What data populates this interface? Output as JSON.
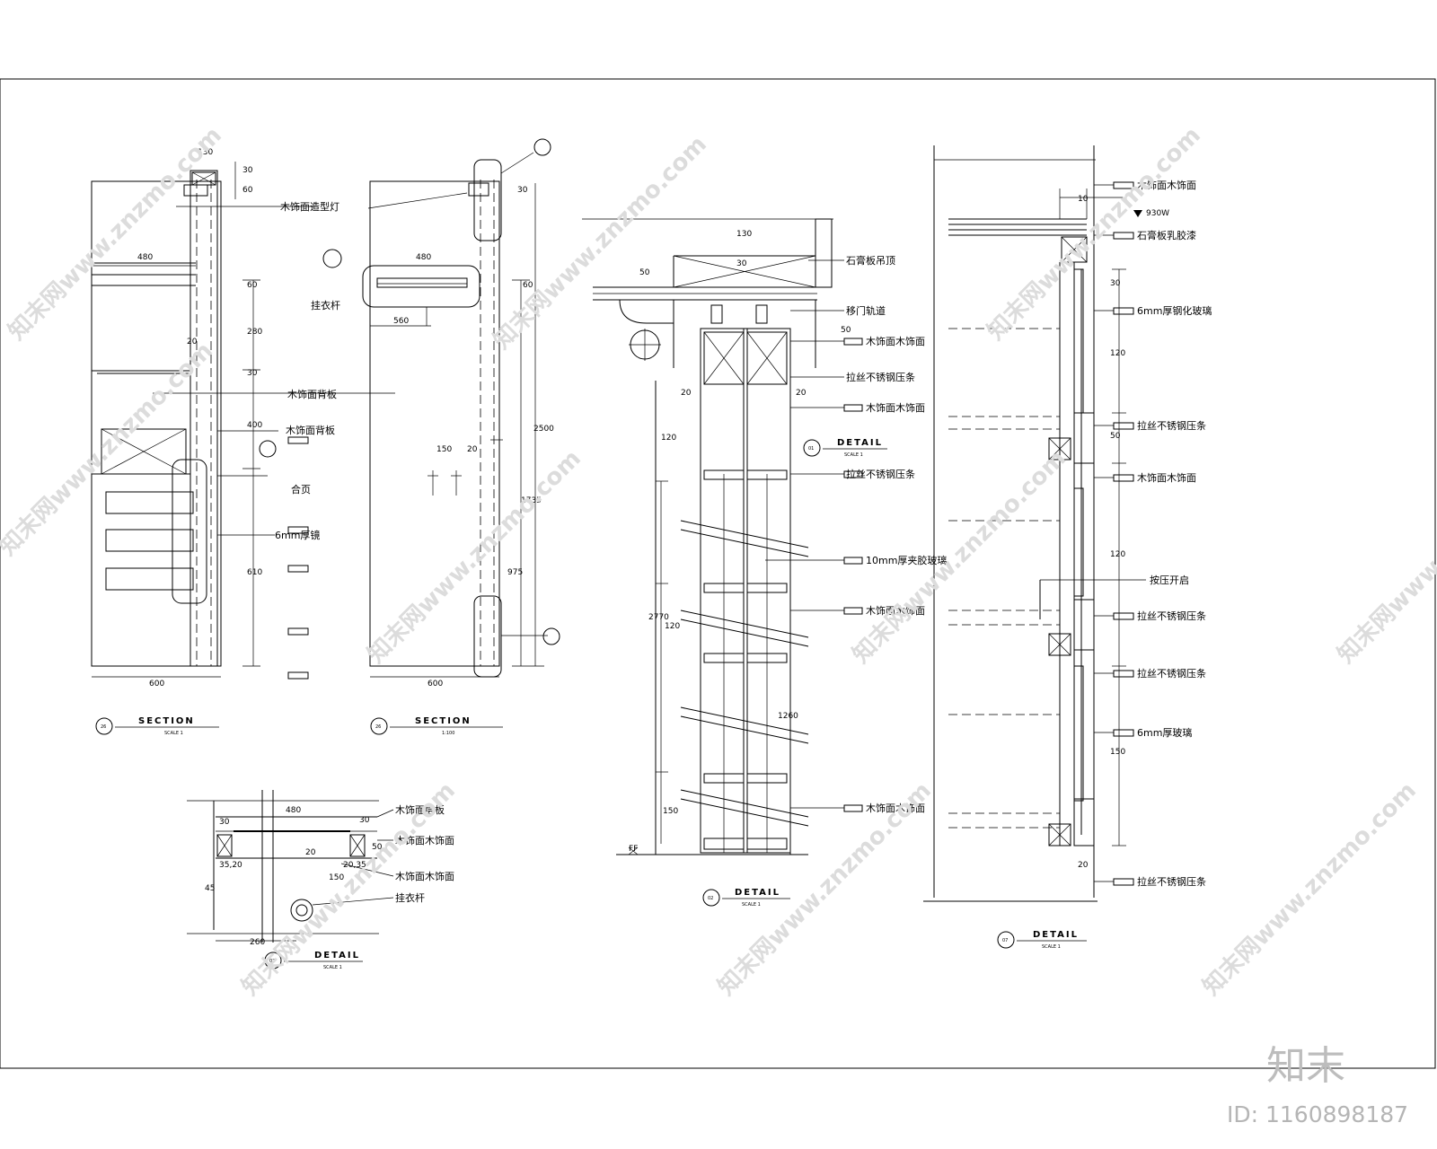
{
  "views": {
    "section1": {
      "title": "SECTION",
      "num": "26"
    },
    "section2": {
      "title": "SECTION",
      "num": "26",
      "scale": "1:100"
    },
    "detail_center": {
      "title": "DETAIL",
      "num": "02"
    },
    "detail_small_center": {
      "title": "DETAIL",
      "num": "01"
    },
    "detail_bottom_left": {
      "title": "DETAIL",
      "num": "02"
    },
    "detail_right": {
      "title": "DETAIL",
      "num": "07"
    },
    "scale_label": "SCALE 1"
  },
  "dims": {
    "d130": "130",
    "d30": "30",
    "d60": "60",
    "d480": "480",
    "d400": "400",
    "d20": "20",
    "d280": "280",
    "d600": "600",
    "d2500": "2500",
    "d1735": "1735",
    "d150": "150",
    "d560": "560",
    "d975": "975",
    "d120": "120",
    "d2770": "2770",
    "d1260": "1260",
    "d260": "260",
    "d35_20": "35,20",
    "d20_35": "20,35",
    "d45": "45",
    "d50": "50",
    "d10": "10",
    "d610": "610",
    "level_ff": "FF",
    "level_top": "930W"
  },
  "notes": {
    "top_light": "木饰面造型灯",
    "rail": "挂衣杆",
    "veneer_left": "木饰面背板",
    "veneer_mid": "木饰面背板",
    "hardware": "合页",
    "glass_mirror": "6mm厚镜",
    "ceiling_board": "石膏板吊顶",
    "sliding_track": "移门轨道",
    "wood_face_a": "木饰面木饰面",
    "metal_trim_a": "拉丝不锈钢压条",
    "wood_face_b": "木饰面木饰面",
    "metal_trim_b": "拉丝不锈钢压条",
    "glass_10": "10mm厚夹胶玻璃",
    "wood_face_c": "木饰面木饰面",
    "wood_face_d": "木饰面木饰面",
    "ceiling_paint": "石膏板乳胶漆",
    "wood_face_e": "木饰面木饰面",
    "glass_6": "6mm厚钢化玻璃",
    "metal_trim_c": "拉丝不锈钢压条",
    "wood_face_f": "木饰面木饰面",
    "push_lock": "按压开启",
    "metal_trim_d": "拉丝不锈钢压条",
    "metal_trim_e": "拉丝不锈钢压条",
    "glass_6b": "6mm厚玻璃",
    "metal_trim_f": "拉丝不锈钢压条",
    "b_board": "木饰面层板",
    "b_light": "木饰面木饰面",
    "b_wood": "木饰面木饰面",
    "b_rail": "挂衣杆"
  },
  "watermark": {
    "text": "知末网www.znzmo.com",
    "brand": "知末",
    "id": "ID: 1160898187"
  }
}
